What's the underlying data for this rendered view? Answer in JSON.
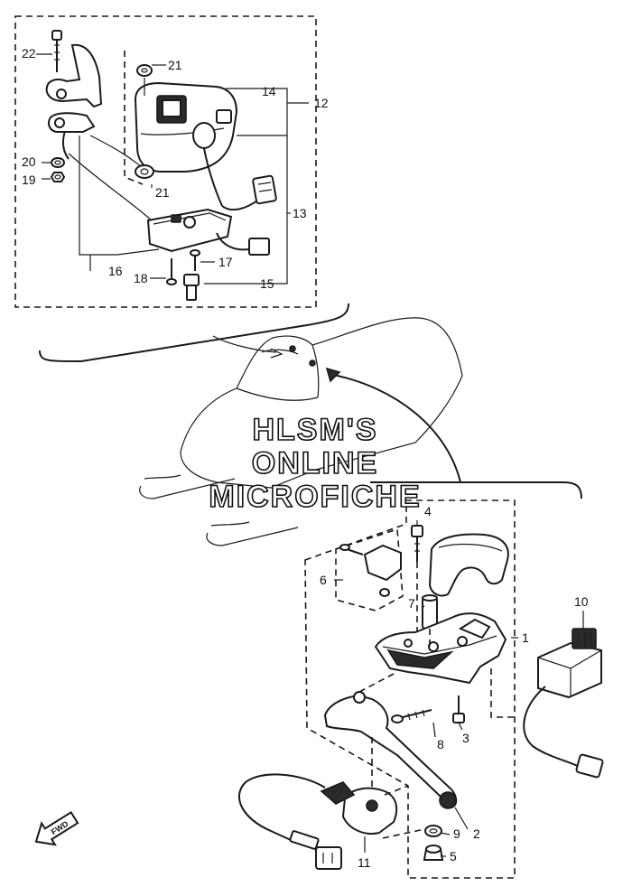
{
  "callouts": {
    "c1": "1",
    "c2": "2",
    "c3": "3",
    "c4": "4",
    "c5": "5",
    "c6": "6",
    "c7": "7",
    "c8": "8",
    "c9": "9",
    "c10": "10",
    "c11": "11",
    "c12": "12",
    "c13": "13",
    "c14": "14",
    "c15": "15",
    "c16": "16",
    "c17": "17",
    "c18": "18",
    "c19": "19",
    "c20": "20",
    "c21a": "21",
    "c21b": "21",
    "c22": "22"
  },
  "watermark": {
    "line1": "HLSM'S",
    "line2": "ONLINE",
    "line3": "MICROFICHE"
  },
  "fwd_label": "FWD"
}
